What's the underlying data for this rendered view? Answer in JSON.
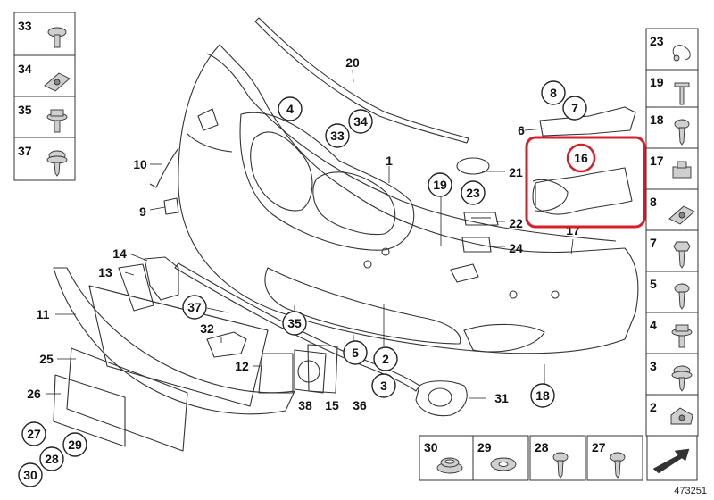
{
  "diagram": {
    "left_column": [
      {
        "num": "33",
        "icon": "push-rivet-icon"
      },
      {
        "num": "34",
        "icon": "clip-nut-icon"
      },
      {
        "num": "35",
        "icon": "hex-bolt-washer-icon"
      },
      {
        "num": "37",
        "icon": "torx-screw-icon"
      }
    ],
    "right_column": [
      {
        "num": "23",
        "icon": "spring-clip-icon"
      },
      {
        "num": "19",
        "icon": "stud-icon"
      },
      {
        "num": "18",
        "icon": "screw-icon"
      },
      {
        "num": "17",
        "icon": "cage-nut-icon"
      },
      {
        "num": "8",
        "icon": "clip-nut-icon"
      },
      {
        "num": "7",
        "icon": "hex-screw-icon"
      },
      {
        "num": "5",
        "icon": "screw-icon"
      },
      {
        "num": "4",
        "icon": "hex-bolt-washer-icon"
      },
      {
        "num": "3",
        "icon": "torx-screw-icon"
      },
      {
        "num": "2",
        "icon": "spring-nut-icon"
      }
    ],
    "bottom_row": [
      {
        "num": "30",
        "icon": "grommet-icon"
      },
      {
        "num": "29",
        "icon": "washer-icon"
      },
      {
        "num": "28",
        "icon": "screw-icon"
      },
      {
        "num": "27",
        "icon": "screw-icon"
      }
    ],
    "callouts": [
      {
        "num": "20"
      },
      {
        "num": "4"
      },
      {
        "num": "34"
      },
      {
        "num": "33"
      },
      {
        "num": "1"
      },
      {
        "num": "21"
      },
      {
        "num": "19"
      },
      {
        "num": "23"
      },
      {
        "num": "22"
      },
      {
        "num": "24"
      },
      {
        "num": "8"
      },
      {
        "num": "7"
      },
      {
        "num": "6"
      },
      {
        "num": "16"
      },
      {
        "num": "17"
      },
      {
        "num": "10"
      },
      {
        "num": "9"
      },
      {
        "num": "14"
      },
      {
        "num": "13"
      },
      {
        "num": "11"
      },
      {
        "num": "37"
      },
      {
        "num": "32"
      },
      {
        "num": "35"
      },
      {
        "num": "5"
      },
      {
        "num": "2"
      },
      {
        "num": "12"
      },
      {
        "num": "38"
      },
      {
        "num": "15"
      },
      {
        "num": "36"
      },
      {
        "num": "3"
      },
      {
        "num": "31"
      },
      {
        "num": "18"
      },
      {
        "num": "25"
      },
      {
        "num": "26"
      },
      {
        "num": "27"
      },
      {
        "num": "29"
      },
      {
        "num": "28"
      },
      {
        "num": "30"
      }
    ],
    "highlight_color": "#d81e2a",
    "reference": "473251"
  }
}
